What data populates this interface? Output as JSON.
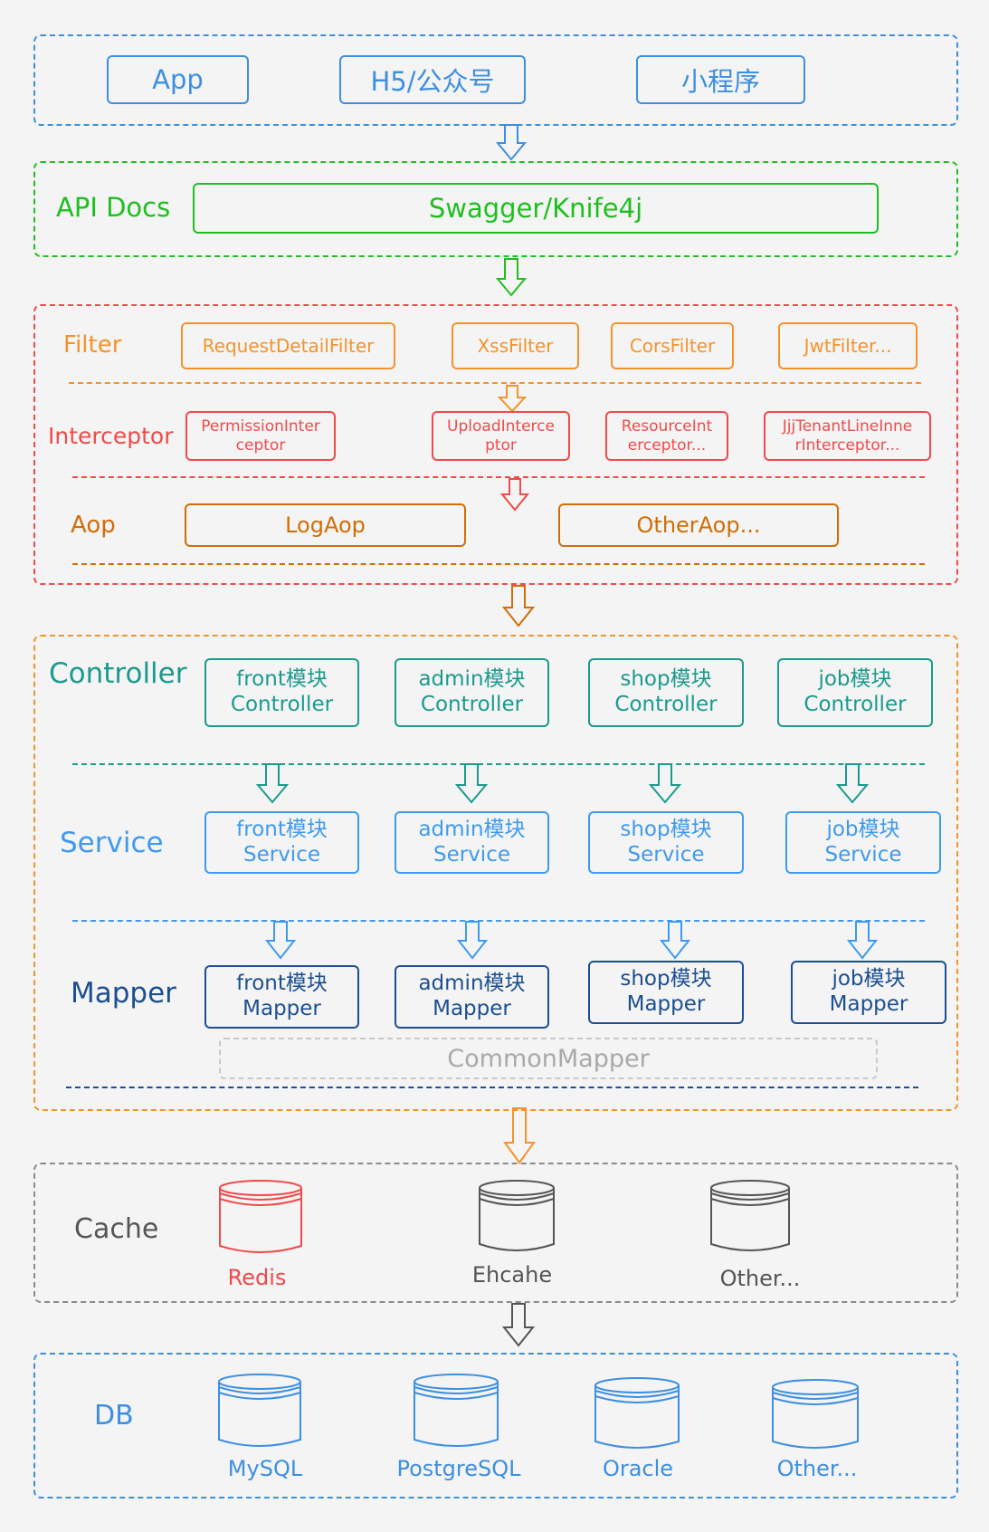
{
  "colors": {
    "blue": "#3d8fe0",
    "green": "#1fbf1f",
    "red": "#f04a4a",
    "orange": "#f3932c",
    "brown": "#d26d06",
    "teal": "#1b9a8e",
    "lightblue": "#3f9aef",
    "navy": "#1c4f90",
    "gray": "#8a8a8a",
    "darkgray": "#555555"
  },
  "clients": {
    "app": "App",
    "h5": "H5/公众号",
    "mini": "小程序"
  },
  "api_docs": {
    "label": "API Docs",
    "tool": "Swagger/Knife4j"
  },
  "filter": {
    "label": "Filter",
    "items": [
      "RequestDetailFilter",
      "XssFilter",
      "CorsFilter",
      "JwtFilter..."
    ]
  },
  "interceptor": {
    "label": "Interceptor",
    "items": [
      [
        "PermissionInter",
        "ceptor"
      ],
      [
        "UploadInterce",
        "ptor"
      ],
      [
        "ResourceInt",
        "erceptor..."
      ],
      [
        "JjjTenantLineInne",
        "rInterceptor..."
      ]
    ]
  },
  "aop": {
    "label": "Aop",
    "items": [
      "LogAop",
      "OtherAop..."
    ]
  },
  "controller": {
    "label": "Controller",
    "items": [
      [
        "front模块",
        "Controller"
      ],
      [
        "admin模块",
        "Controller"
      ],
      [
        "shop模块",
        "Controller"
      ],
      [
        "job模块",
        "Controller"
      ]
    ]
  },
  "service": {
    "label": "Service",
    "items": [
      [
        "front模块",
        "Service"
      ],
      [
        "admin模块",
        "Service"
      ],
      [
        "shop模块",
        "Service"
      ],
      [
        "job模块",
        "Service"
      ]
    ]
  },
  "mapper": {
    "label": "Mapper",
    "items": [
      [
        "front模块",
        "Mapper"
      ],
      [
        "admin模块",
        "Mapper"
      ],
      [
        "shop模块",
        "Mapper"
      ],
      [
        "job模块",
        "Mapper"
      ]
    ],
    "common": "CommonMapper"
  },
  "cache": {
    "label": "Cache",
    "items": [
      "Redis",
      "Ehcahe",
      "Other..."
    ]
  },
  "db": {
    "label": "DB",
    "items": [
      "MySQL",
      "PostgreSQL",
      "Oracle",
      "Other..."
    ]
  }
}
